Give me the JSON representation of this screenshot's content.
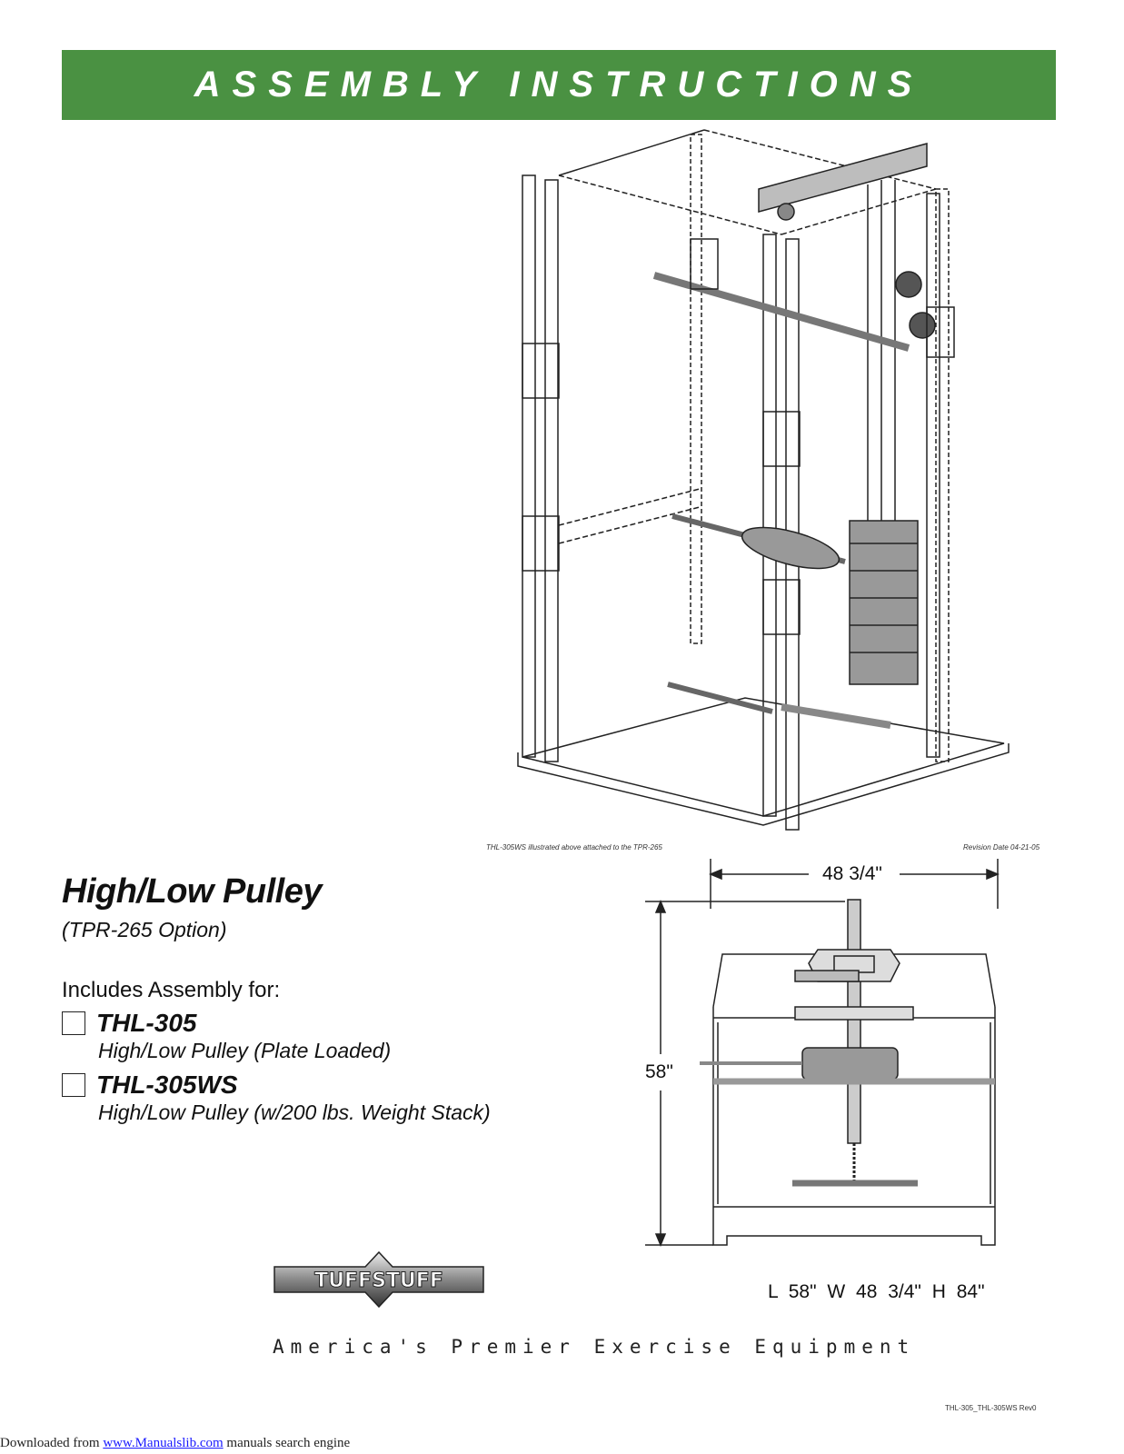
{
  "header": {
    "title": "ASSEMBLY INSTRUCTIONS"
  },
  "illustration": {
    "caption_left": "THL-305WS illustrated above attached to the TPR-265",
    "caption_right": "Revision Date 04-21-05"
  },
  "product": {
    "title": "High/Low Pulley",
    "subtitle": "(TPR-265 Option)",
    "includes_label": "Includes Assembly for:",
    "options": [
      {
        "name": "THL-305",
        "description": "High/Low Pulley (Plate Loaded)"
      },
      {
        "name": "THL-305WS",
        "description": "High/Low Pulley (w/200 lbs. Weight Stack)"
      }
    ]
  },
  "dimensions": {
    "width_label": "48 3/4\"",
    "height_label": "58\"",
    "summary": "L 58\"  W 48 3/4\"  H 84\""
  },
  "brand": {
    "logo_text": "TUFFSTUFF",
    "tagline": "America's Premier Exercise Equipment"
  },
  "doc_code": "THL-305_THL-305WS Rev0",
  "footer": {
    "prefix": "Downloaded from ",
    "link_text": "www.Manualslib.com",
    "suffix": " manuals search engine"
  },
  "colors": {
    "banner": "#4a9142"
  }
}
